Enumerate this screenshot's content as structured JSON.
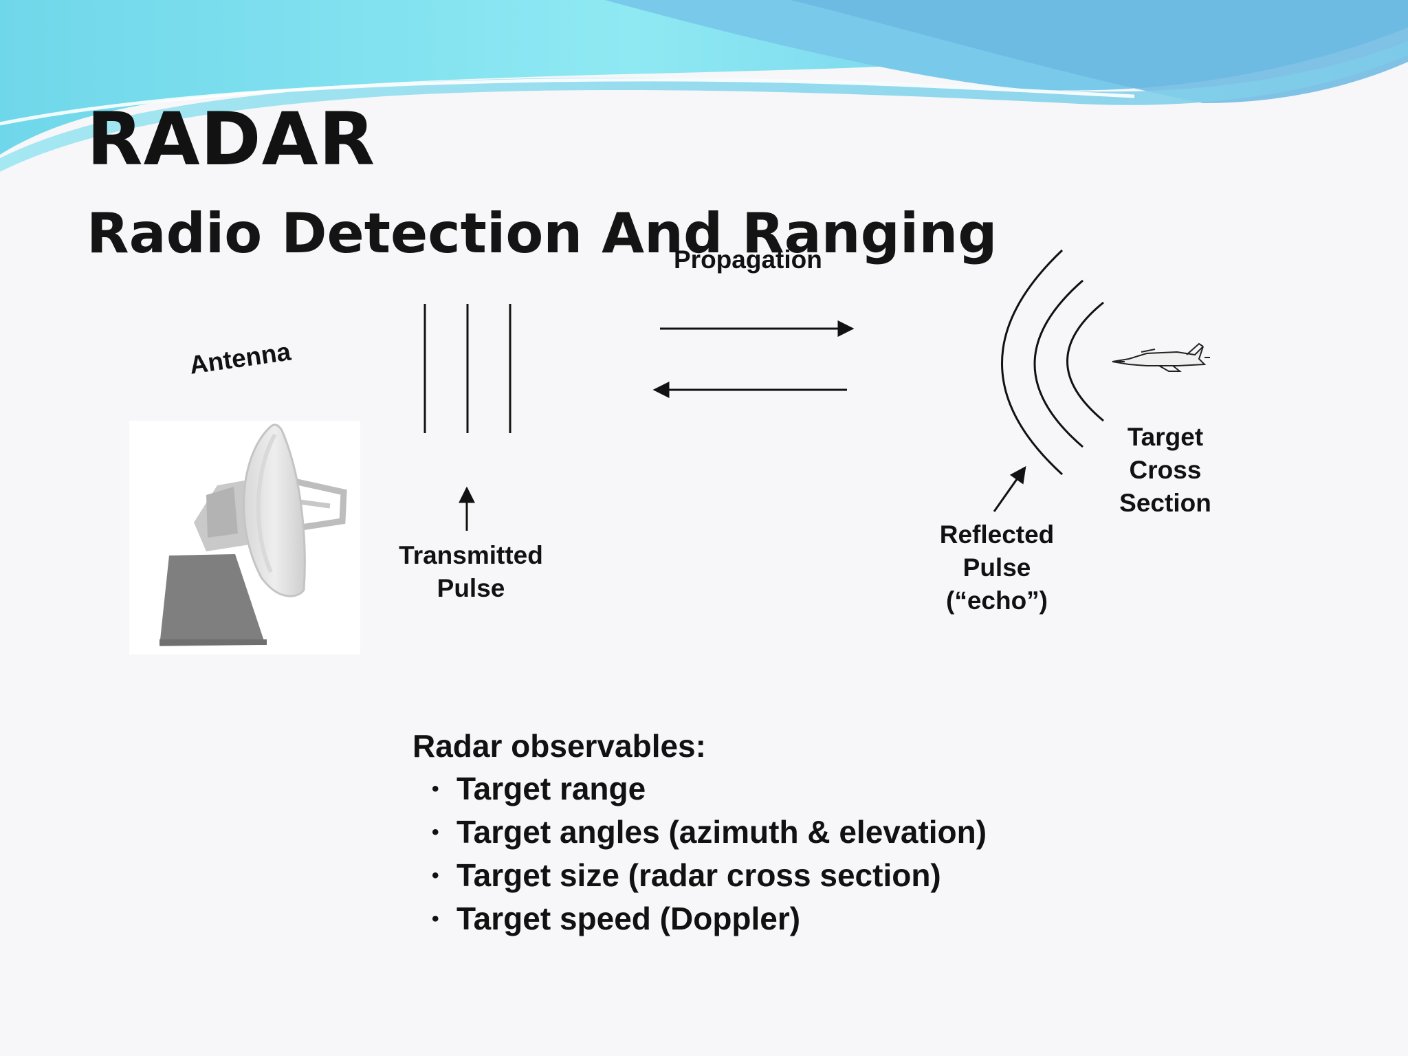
{
  "slide": {
    "title": "RADAR",
    "subtitle": "Radio Detection And Ranging"
  },
  "diagram": {
    "labels": {
      "propagation": "Propagation",
      "antenna": "Antenna",
      "transmitted_line1": "Transmitted",
      "transmitted_line2": "Pulse",
      "reflected_line1": "Reflected",
      "reflected_line2": "Pulse",
      "reflected_line3": "(“echo”)",
      "target_line1": "Target",
      "target_line2": "Cross",
      "target_line3": "Section"
    }
  },
  "observables": {
    "heading": "Radar observables:",
    "bullet": "•",
    "items": [
      "Target range",
      "Target angles (azimuth & elevation)",
      "Target size (radar cross section)",
      "Target speed (Doppler)"
    ]
  },
  "colors": {
    "header_cyan": "#7fe0ee",
    "header_blue": "#6ec3e6",
    "text": "#141414",
    "background": "#f7f7f9"
  }
}
